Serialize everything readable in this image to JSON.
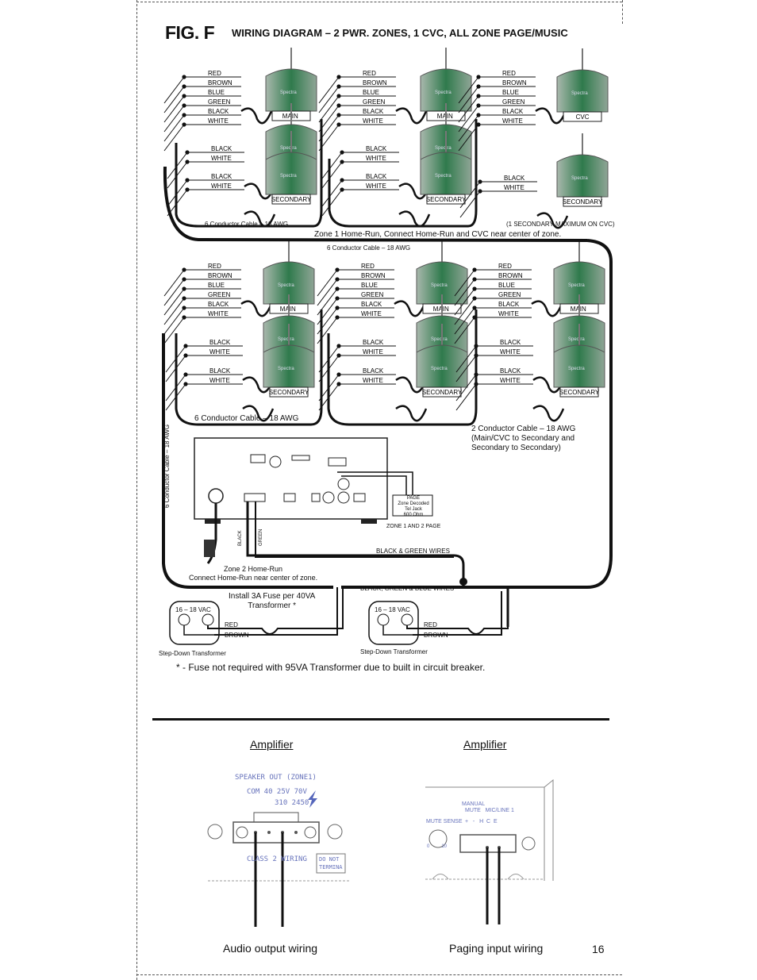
{
  "figure": {
    "label": "FIG. F",
    "title": "WIRING DIAGRAM – 2 PWR. ZONES, 1 CVC, ALL ZONE PAGE/MUSIC"
  },
  "wire_labels": {
    "red": "RED",
    "brown": "BROWN",
    "blue": "BLUE",
    "green": "GREEN",
    "black": "BLACK",
    "white": "WHITE"
  },
  "speaker_labels": {
    "main": "MAIN",
    "secondary": "SECONDARY",
    "cvc": "CVC",
    "brand": "Spectra"
  },
  "zone1": {
    "cable_left": "6 Conductor Cable – 18 AWG",
    "home_run": "Zone 1 Home-Run,  Connect Home-Run and CVC near center of zone.",
    "cable_bottom": "6 Conductor Cable – 18 AWG",
    "cvc_note": "(1 SECONDARY MAXIMUM ON CVC)"
  },
  "zone2": {
    "cable_left": "6 Conductor Cable – 18 AWG",
    "cable_vertical": "6 Conductor Cable – 18 AWG",
    "two_conductor": [
      "2 Conductor Cable – 18 AWG",
      "(Main/CVC to Secondary and",
      "Secondary to Secondary)"
    ],
    "home_run": [
      "Zone 2 Home-Run",
      "Connect Home-Run near center of zone."
    ]
  },
  "amplifier_panel": {
    "page_box": [
      "PAGE",
      "Zone Decoded",
      "Tel Jack",
      "600 Ohm"
    ],
    "zone_page": "ZONE 1 AND 2 PAGE",
    "black_green": "BLACK & GREEN WIRES",
    "black_green_blue": "BLACK, GREEN & BLUE WIRES",
    "vert_black": "BLACK",
    "vert_green": "GREEN"
  },
  "transformer": {
    "vac": "16 – 18 VAC",
    "fuse_note": [
      "Install 3A Fuse per 40VA",
      "Transformer *"
    ],
    "red": "RED",
    "brown": "BROWN",
    "label": "Step-Down Transformer"
  },
  "footnote": "* - Fuse not required with 95VA Transformer due to built in circuit breaker.",
  "bottom": {
    "left_title": "Amplifier",
    "right_title": "Amplifier",
    "left_panel": {
      "speaker_out": "SPEAKER OUT (ZONE1)",
      "taps": "COM 40  25V 70V",
      "taps2": "310  2450",
      "class2": "CLASS 2 WIRING",
      "do_not": [
        "DO NOT",
        "TERMINA"
      ]
    },
    "right_panel": {
      "manual": "MANUAL",
      "mute_mic": "MUTE   MIC/LINE 1",
      "mute_sense": "MUTE SENSE",
      "pins": "+   -   H  C  E",
      "dial": "0         10"
    },
    "left_caption": "Audio output wiring",
    "right_caption": "Paging input wiring"
  },
  "page_number": "16"
}
